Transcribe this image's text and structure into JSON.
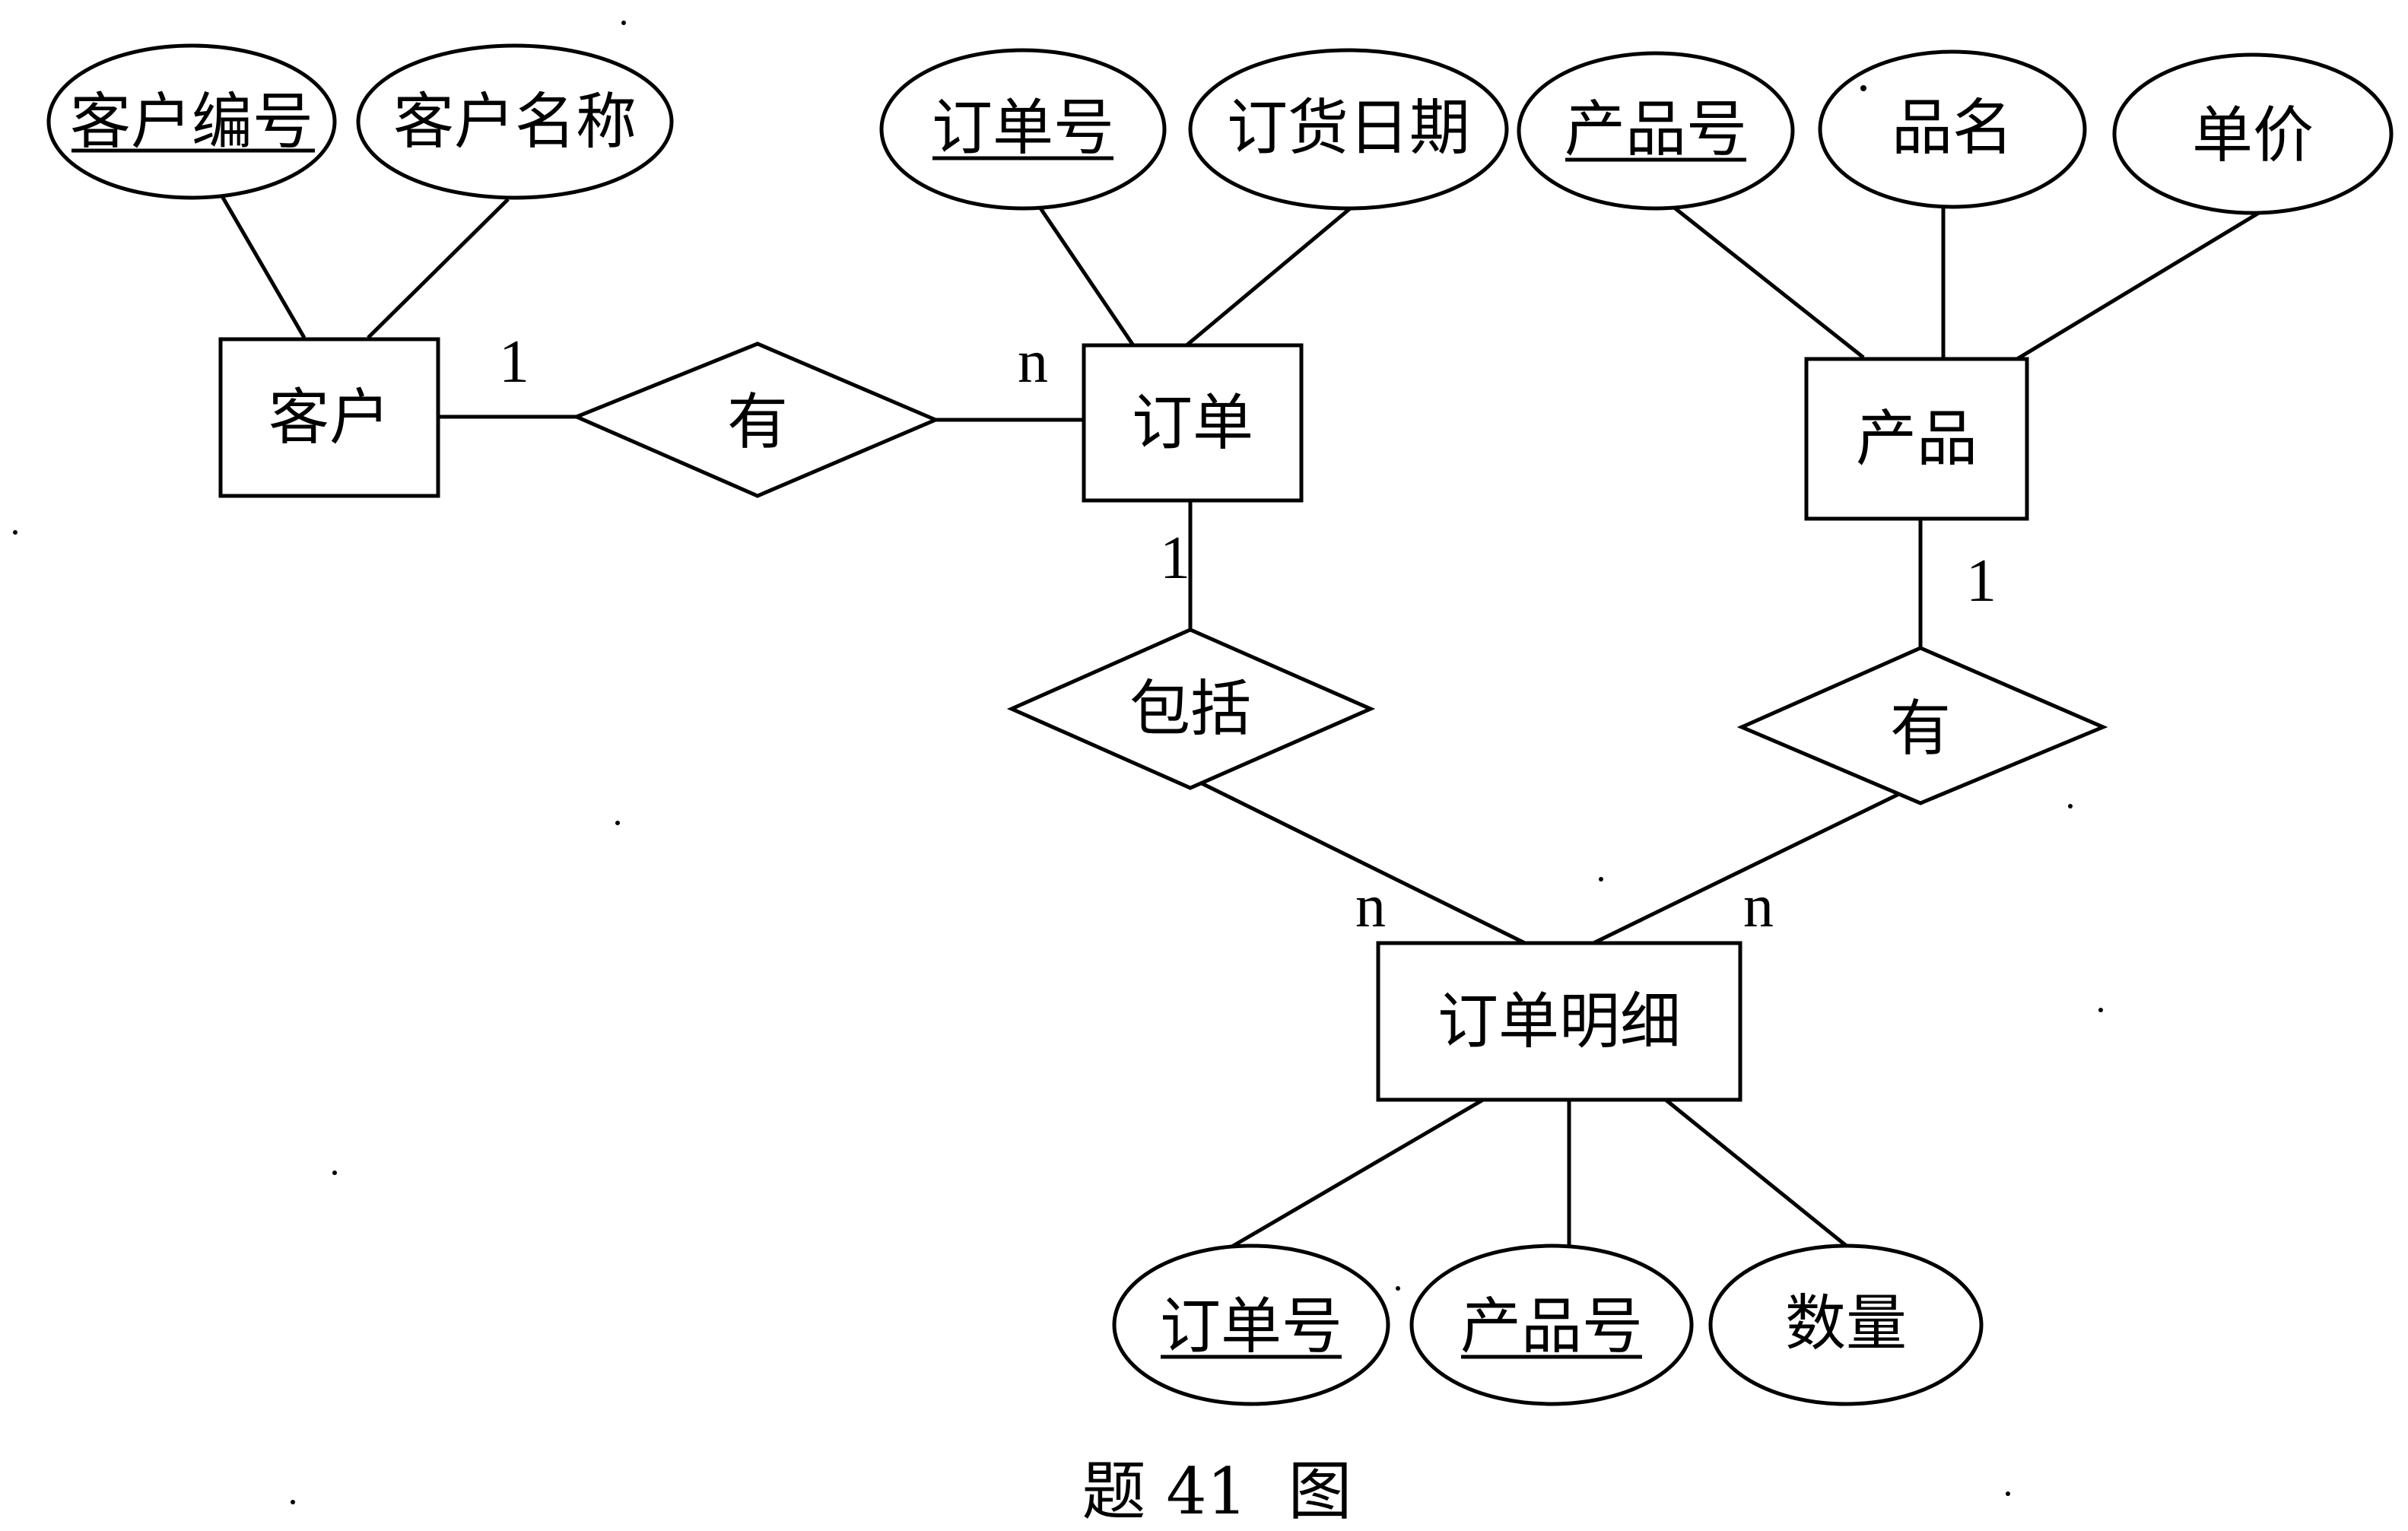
{
  "entities": {
    "customer": "客户",
    "order": "订单",
    "product": "产品",
    "order_detail": "订单明细"
  },
  "relationships": {
    "customer_order": "有",
    "order_detail": "包括",
    "product_detail": "有"
  },
  "attributes": {
    "customer_id": {
      "text": "客户编号",
      "key": true
    },
    "customer_name": {
      "text": "客户名称",
      "key": false
    },
    "order_id": {
      "text": "订单号",
      "key": true
    },
    "order_date": {
      "text": "订货日期",
      "key": false
    },
    "product_id": {
      "text": "产品号",
      "key": true
    },
    "product_name": {
      "text": "品名",
      "key": false
    },
    "unit_price": {
      "text": "单价",
      "key": false
    },
    "detail_order_id": {
      "text": "订单号",
      "key": true
    },
    "detail_product_id": {
      "text": "产品号",
      "key": true
    },
    "detail_quantity": {
      "text": "数量",
      "key": false
    }
  },
  "cardinalities": {
    "customer_side": "1",
    "order_side": "n",
    "order_to_include": "1",
    "include_to_detail": "n",
    "product_to_have": "1",
    "have_to_detail": "n"
  },
  "caption": "题 41  图"
}
